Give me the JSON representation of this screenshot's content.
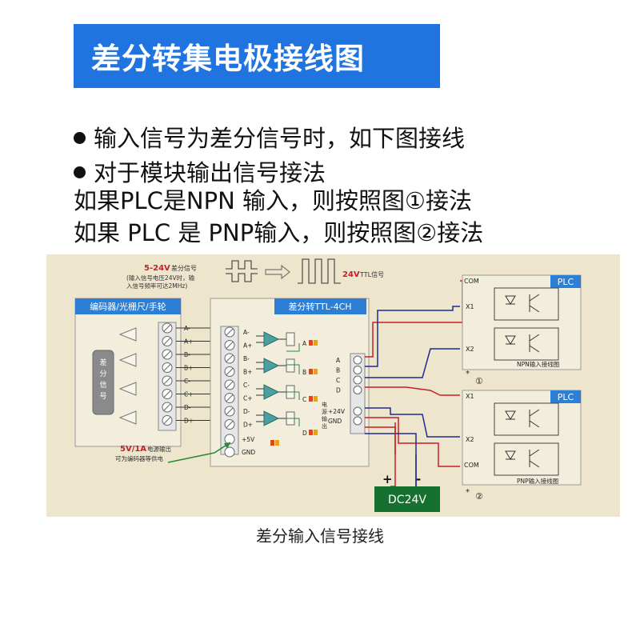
{
  "title": "差分转集电极接线图",
  "lines": [
    "输入信号为差分信号时，如下图接线",
    "对于模块输出信号接法",
    "如果PLC是NPN 输入，则按照图①接法",
    "如果 PLC 是 PNP输入，则按照图②接法"
  ],
  "diagram": {
    "input_voltage": "5-24V",
    "input_signal_label": "差分信号",
    "input_note_1": "(输入信号电压24V时，输",
    "input_note_2": "入信号频率可达2MHz)",
    "ttl_voltage": "24V",
    "ttl_label": "TTL信号",
    "encoder_header": "编码器/光栅尺/手轮",
    "encoder_box": "差\n分\n信\n号",
    "module_header": "差分转TTL-4CH",
    "pins_left": [
      "A-",
      "A+",
      "B-",
      "B+",
      "C-",
      "C+",
      "D-",
      "D+"
    ],
    "pins_right": [
      "A",
      "B",
      "C",
      "D",
      "+24V",
      "GND"
    ],
    "power_pins": [
      "+5V",
      "GND"
    ],
    "leds": [
      "A",
      "B",
      "C",
      "D"
    ],
    "power_output_label": "电\n源\n输\n出",
    "power_note_1": "5V/1A",
    "power_note_1b": "电源输出",
    "power_note_2": "可为编码器等供电",
    "plc_label": "PLC",
    "npn_pins": [
      "COM",
      "X1",
      "X2"
    ],
    "pnp_pins": [
      "X1",
      "X2",
      "COM"
    ],
    "npn_caption": "NPN输入接线图",
    "pnp_caption": "PNP输入接线图",
    "mark_1": "①",
    "mark_2": "②",
    "star": "*",
    "dc_label": "DC24V",
    "plus": "+",
    "minus": "-"
  },
  "caption": "差分输入信号接线",
  "colors": {
    "banner": "#1f74e0",
    "diagram_bg": "#ede6cc",
    "wire_red": "#c81e2a",
    "wire_blue": "#1e2a8f",
    "wire_green": "#2a8a3a",
    "dc_box": "#16702f",
    "plc_blue": "#2d7fd6"
  }
}
